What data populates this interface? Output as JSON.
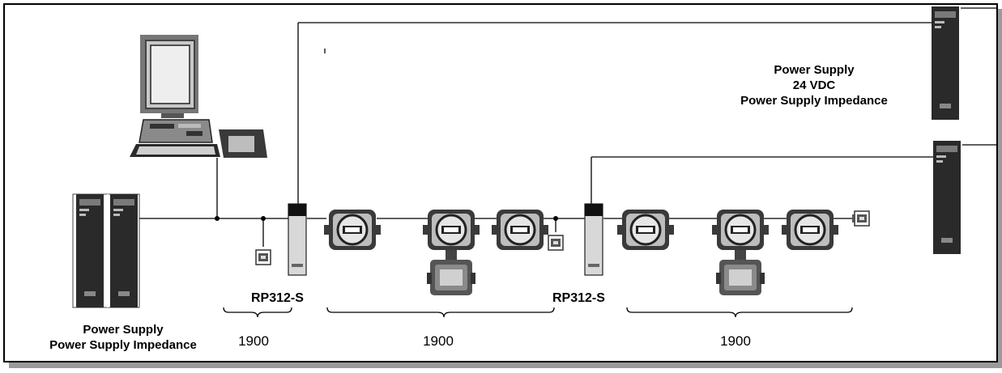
{
  "power_supply_top": {
    "line1": "Power Supply",
    "line2": "24 VDC",
    "line3": "Power Supply Impedance"
  },
  "power_supply_left": {
    "line1": "Power Supply",
    "line2": "Power Supply Impedance"
  },
  "repeaters": [
    {
      "label": "RP312-S"
    },
    {
      "label": "RP312-S"
    }
  ],
  "segments": [
    {
      "length": "1900"
    },
    {
      "length": "1900"
    },
    {
      "length": "1900"
    }
  ],
  "colors": {
    "line": "#000000",
    "frame": "#000000",
    "shadow": "#9a9a9a",
    "device_dark": "#2a2a2a",
    "device_gray": "#9c9c9c"
  }
}
